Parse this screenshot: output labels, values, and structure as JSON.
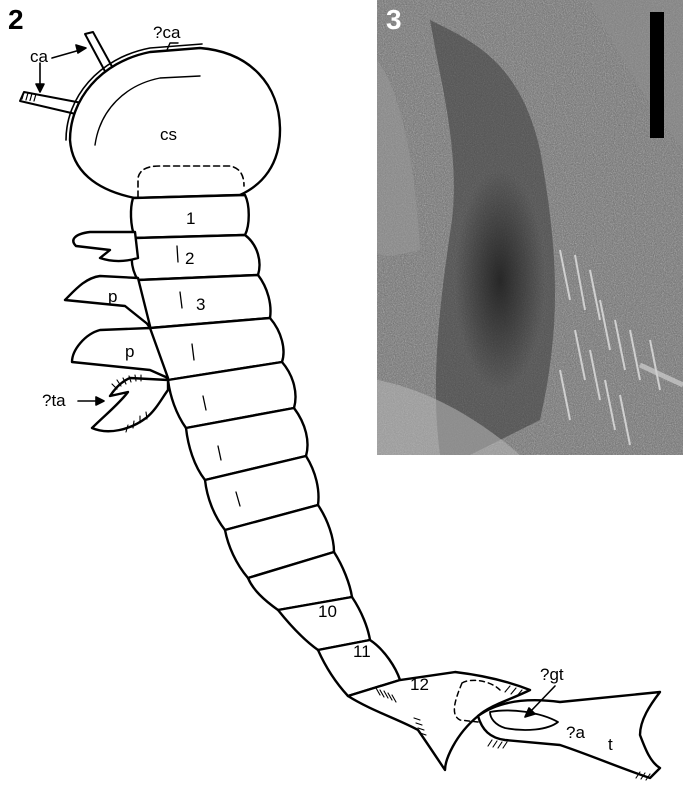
{
  "panels": {
    "drawing_number": "2",
    "photo_number": "3"
  },
  "labels": {
    "carapace_a": "ca",
    "carapace_b": "?ca",
    "carapace_shield": "cs",
    "seg1": "1",
    "seg2": "2",
    "seg3": "3",
    "seg10": "10",
    "seg11": "11",
    "seg12": "12",
    "limb_p1": "p",
    "limb_p2": "p",
    "thoracic_appendage": "?ta",
    "gut": "?gt",
    "anus": "?a",
    "telson": "t"
  },
  "colors": {
    "ink": "#000000",
    "photo_bg": "#6f6f6f",
    "photo_number": "#ffffff",
    "scale_bar": "#000000"
  }
}
